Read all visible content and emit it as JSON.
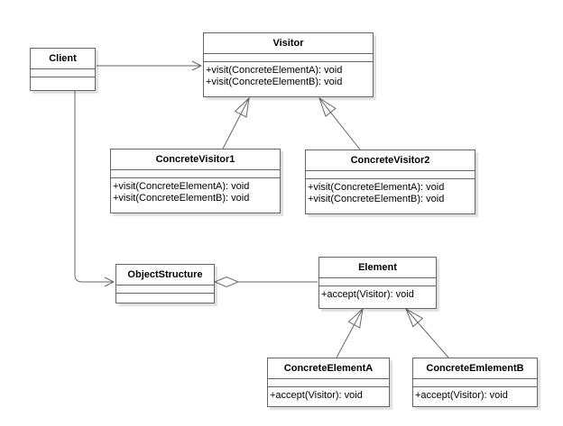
{
  "colors": {
    "background": "#ffffff",
    "stroke": "#666666",
    "box_fill": "#ffffff",
    "text": "#000000"
  },
  "classes": {
    "client": {
      "name": "Client",
      "attributes": [],
      "methods": []
    },
    "visitor": {
      "name": "Visitor",
      "attributes": [],
      "methods": [
        "+visit(ConcreteElementA): void",
        "+visit(ConcreteElementB): void"
      ]
    },
    "concreteVisitor1": {
      "name": "ConcreteVisitor1",
      "attributes": [],
      "methods": [
        "+visit(ConcreteElementA): void",
        "+visit(ConcreteElementB): void"
      ]
    },
    "concreteVisitor2": {
      "name": "ConcreteVisitor2",
      "attributes": [],
      "methods": [
        "+visit(ConcreteElementA): void",
        "+visit(ConcreteElementB): void"
      ]
    },
    "objectStructure": {
      "name": "ObjectStructure",
      "attributes": [],
      "methods": []
    },
    "element": {
      "name": "Element",
      "attributes": [],
      "methods": [
        "+accept(Visitor): void"
      ]
    },
    "concreteElementA": {
      "name": "ConcreteElementA",
      "attributes": [],
      "methods": [
        "+accept(Visitor): void"
      ]
    },
    "concreteEmlementB": {
      "name": "ConcreteEmlementB",
      "attributes": [],
      "methods": [
        "+accept(Visitor): void"
      ]
    }
  },
  "relationships": [
    {
      "from": "Client",
      "to": "Visitor",
      "type": "directed-association"
    },
    {
      "from": "Client",
      "to": "ObjectStructure",
      "type": "directed-association"
    },
    {
      "from": "ConcreteVisitor1",
      "to": "Visitor",
      "type": "generalization"
    },
    {
      "from": "ConcreteVisitor2",
      "to": "Visitor",
      "type": "generalization"
    },
    {
      "from": "ObjectStructure",
      "to": "Element",
      "type": "aggregation"
    },
    {
      "from": "ConcreteElementA",
      "to": "Element",
      "type": "generalization"
    },
    {
      "from": "ConcreteEmlementB",
      "to": "Element",
      "type": "generalization"
    }
  ]
}
